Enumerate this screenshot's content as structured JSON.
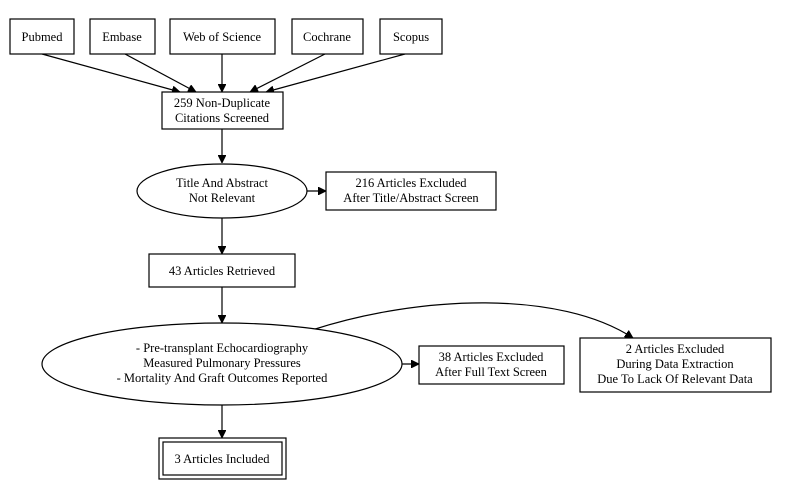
{
  "sources": {
    "pubmed": "Pubmed",
    "embase": "Embase",
    "wos": "Web of Science",
    "cochrane": "Cochrane",
    "scopus": "Scopus"
  },
  "screened": {
    "line1": "259 Non-Duplicate",
    "line2": "Citations Screened"
  },
  "title_abstract": {
    "line1": "Title And Abstract",
    "line2": "Not Relevant"
  },
  "excluded_title": {
    "line1": "216 Articles Excluded",
    "line2": "After Title/Abstract Screen"
  },
  "retrieved": {
    "line1": "43 Articles Retrieved"
  },
  "criteria": {
    "line1": "- Pre-transplant Echocardiography",
    "line2": "Measured Pulmonary Pressures",
    "line3": "- Mortality And Graft Outcomes Reported"
  },
  "excluded_fulltext": {
    "line1": "38 Articles Excluded",
    "line2": "After Full Text Screen"
  },
  "excluded_extraction": {
    "line1": "2 Articles Excluded",
    "line2": "During Data Extraction",
    "line3": "Due To Lack Of Relevant Data"
  },
  "included": {
    "line1": "3 Articles Included"
  }
}
